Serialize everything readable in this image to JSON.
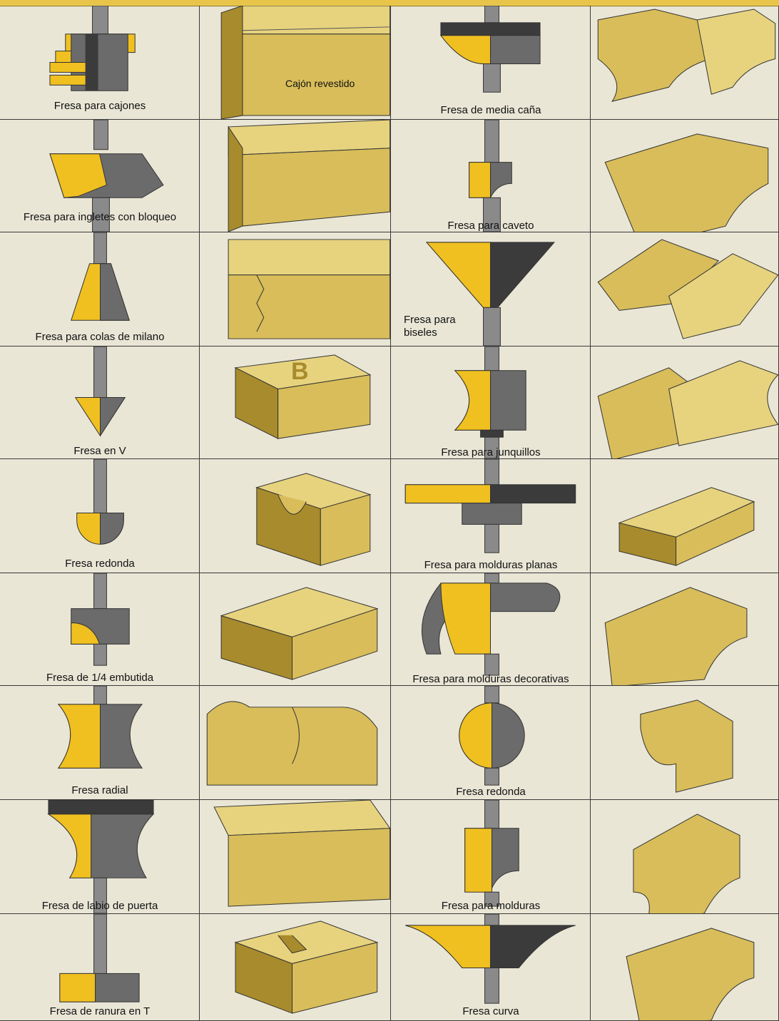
{
  "left_column": [
    {
      "bit": "Fresa para cajones",
      "piece": "Cajón revestido"
    },
    {
      "bit": "Fresa para ingletes con bloqueo",
      "piece": ""
    },
    {
      "bit": "Fresa para colas de milano",
      "piece": ""
    },
    {
      "bit": "Fresa en V",
      "piece": "B"
    },
    {
      "bit": "Fresa redonda",
      "piece": ""
    },
    {
      "bit": "Fresa de 1/4 embutida",
      "piece": ""
    },
    {
      "bit": "Fresa radial",
      "piece": ""
    },
    {
      "bit": "Fresa de labio de puerta",
      "piece": ""
    },
    {
      "bit": "Fresa de ranura en T",
      "piece": ""
    }
  ],
  "right_column": [
    {
      "bit": "Fresa de media caña"
    },
    {
      "bit": "Fresa para caveto"
    },
    {
      "bit": "Fresa para\nbiseles"
    },
    {
      "bit": "Fresa para junquillos"
    },
    {
      "bit": "Fresa para molduras planas"
    },
    {
      "bit": "Fresa para molduras decorativas"
    },
    {
      "bit": "Fresa redonda"
    },
    {
      "bit": "Fresa para molduras"
    },
    {
      "bit": "Fresa curva"
    }
  ],
  "colors": {
    "wood": "#d8bd5a",
    "wood_dark": "#a88b2c",
    "wood_light": "#e7d37e",
    "steel": "#6b6b6b",
    "steel_dark": "#3b3b3b",
    "steel_light": "#a9a9a9",
    "cutter": "#f0c020",
    "background": "#e9e6d6",
    "border": "#3a3a3a"
  }
}
